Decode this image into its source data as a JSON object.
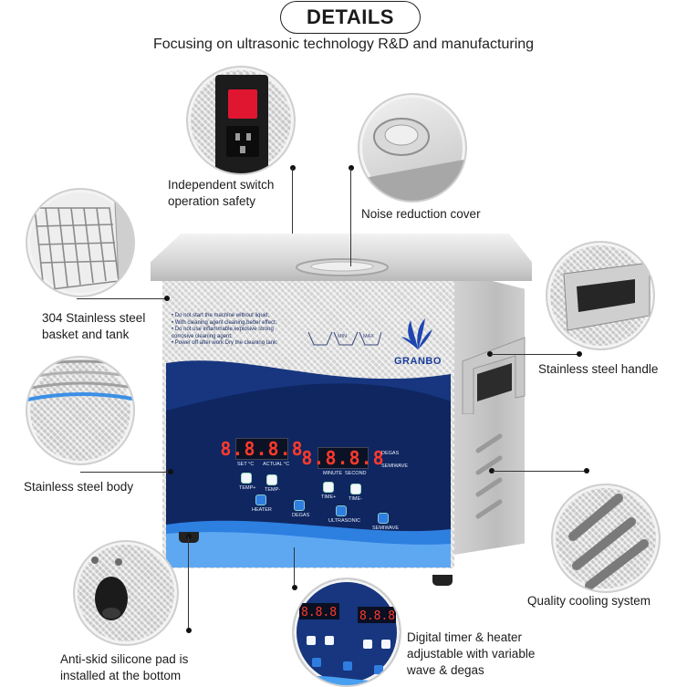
{
  "header": {
    "title": "DETAILS",
    "subtitle": "Focusing on ultrasonic technology R&D and manufacturing"
  },
  "features": {
    "switch": "Independent switch\noperation safety",
    "cover": "Noise reduction cover",
    "basket": "304 Stainless steel\nbasket and tank",
    "handle": "Stainless steel handle",
    "body": "Stainless steel body",
    "cooling": "Quality cooling system",
    "timer": "Digital timer & heater\nadjustable with variable\nwave & degas",
    "pad": "Anti-skid silicone pad is\ninstalled at the bottom"
  },
  "device": {
    "brand": "GRANBO",
    "warnings": [
      "• Do not start the machine without liquid;",
      "• With cleaning agent cleaning,better effect;",
      "• Do not use inflammable,explosive strong",
      "  corrosive cleaning agent;",
      "• Power off after work Dry the cleaning tank;"
    ],
    "levels": [
      "MIN",
      "MAX"
    ],
    "display_temp": "8.8.8.8",
    "display_time": "8.8.8.8",
    "labels": {
      "set": "SET °C",
      "actual": "ACTUAL °C",
      "minute": "MINUTE",
      "second": "SECOND",
      "degas": "DEGAS",
      "semiwave": "SEMIWAVE",
      "temp_up": "TEMP+",
      "temp_down": "TEMP-",
      "time_up": "TIME+",
      "time_down": "TIME-",
      "heater": "HEATER",
      "ultrasonic": "ULTRASONIC"
    }
  },
  "colors": {
    "panel_blue": "#1a3a8c",
    "panel_navy": "#0e1f4d",
    "accent_blue": "#2f7de0",
    "display_red": "#ff3a2a"
  }
}
